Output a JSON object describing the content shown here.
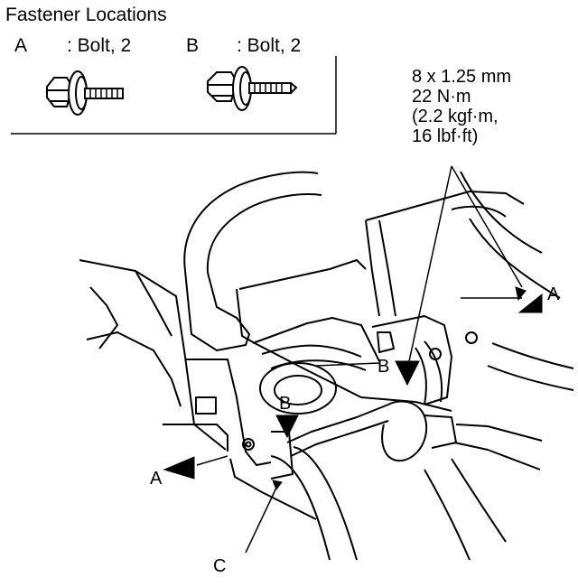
{
  "legend": {
    "title": "Fastener Locations",
    "items": [
      {
        "letter": "A",
        "description": ": Bolt, 2"
      },
      {
        "letter": "B",
        "description": ": Bolt, 2"
      }
    ]
  },
  "torque_spec": {
    "lines": [
      "8 x 1.25 mm",
      "22 N·m",
      "(2.2 kgf·m,",
      "16 lbf·ft)"
    ]
  },
  "callouts": {
    "a_right": "A",
    "a_left": "A",
    "b_upper": "B",
    "b_lower": "B",
    "c": "C"
  }
}
